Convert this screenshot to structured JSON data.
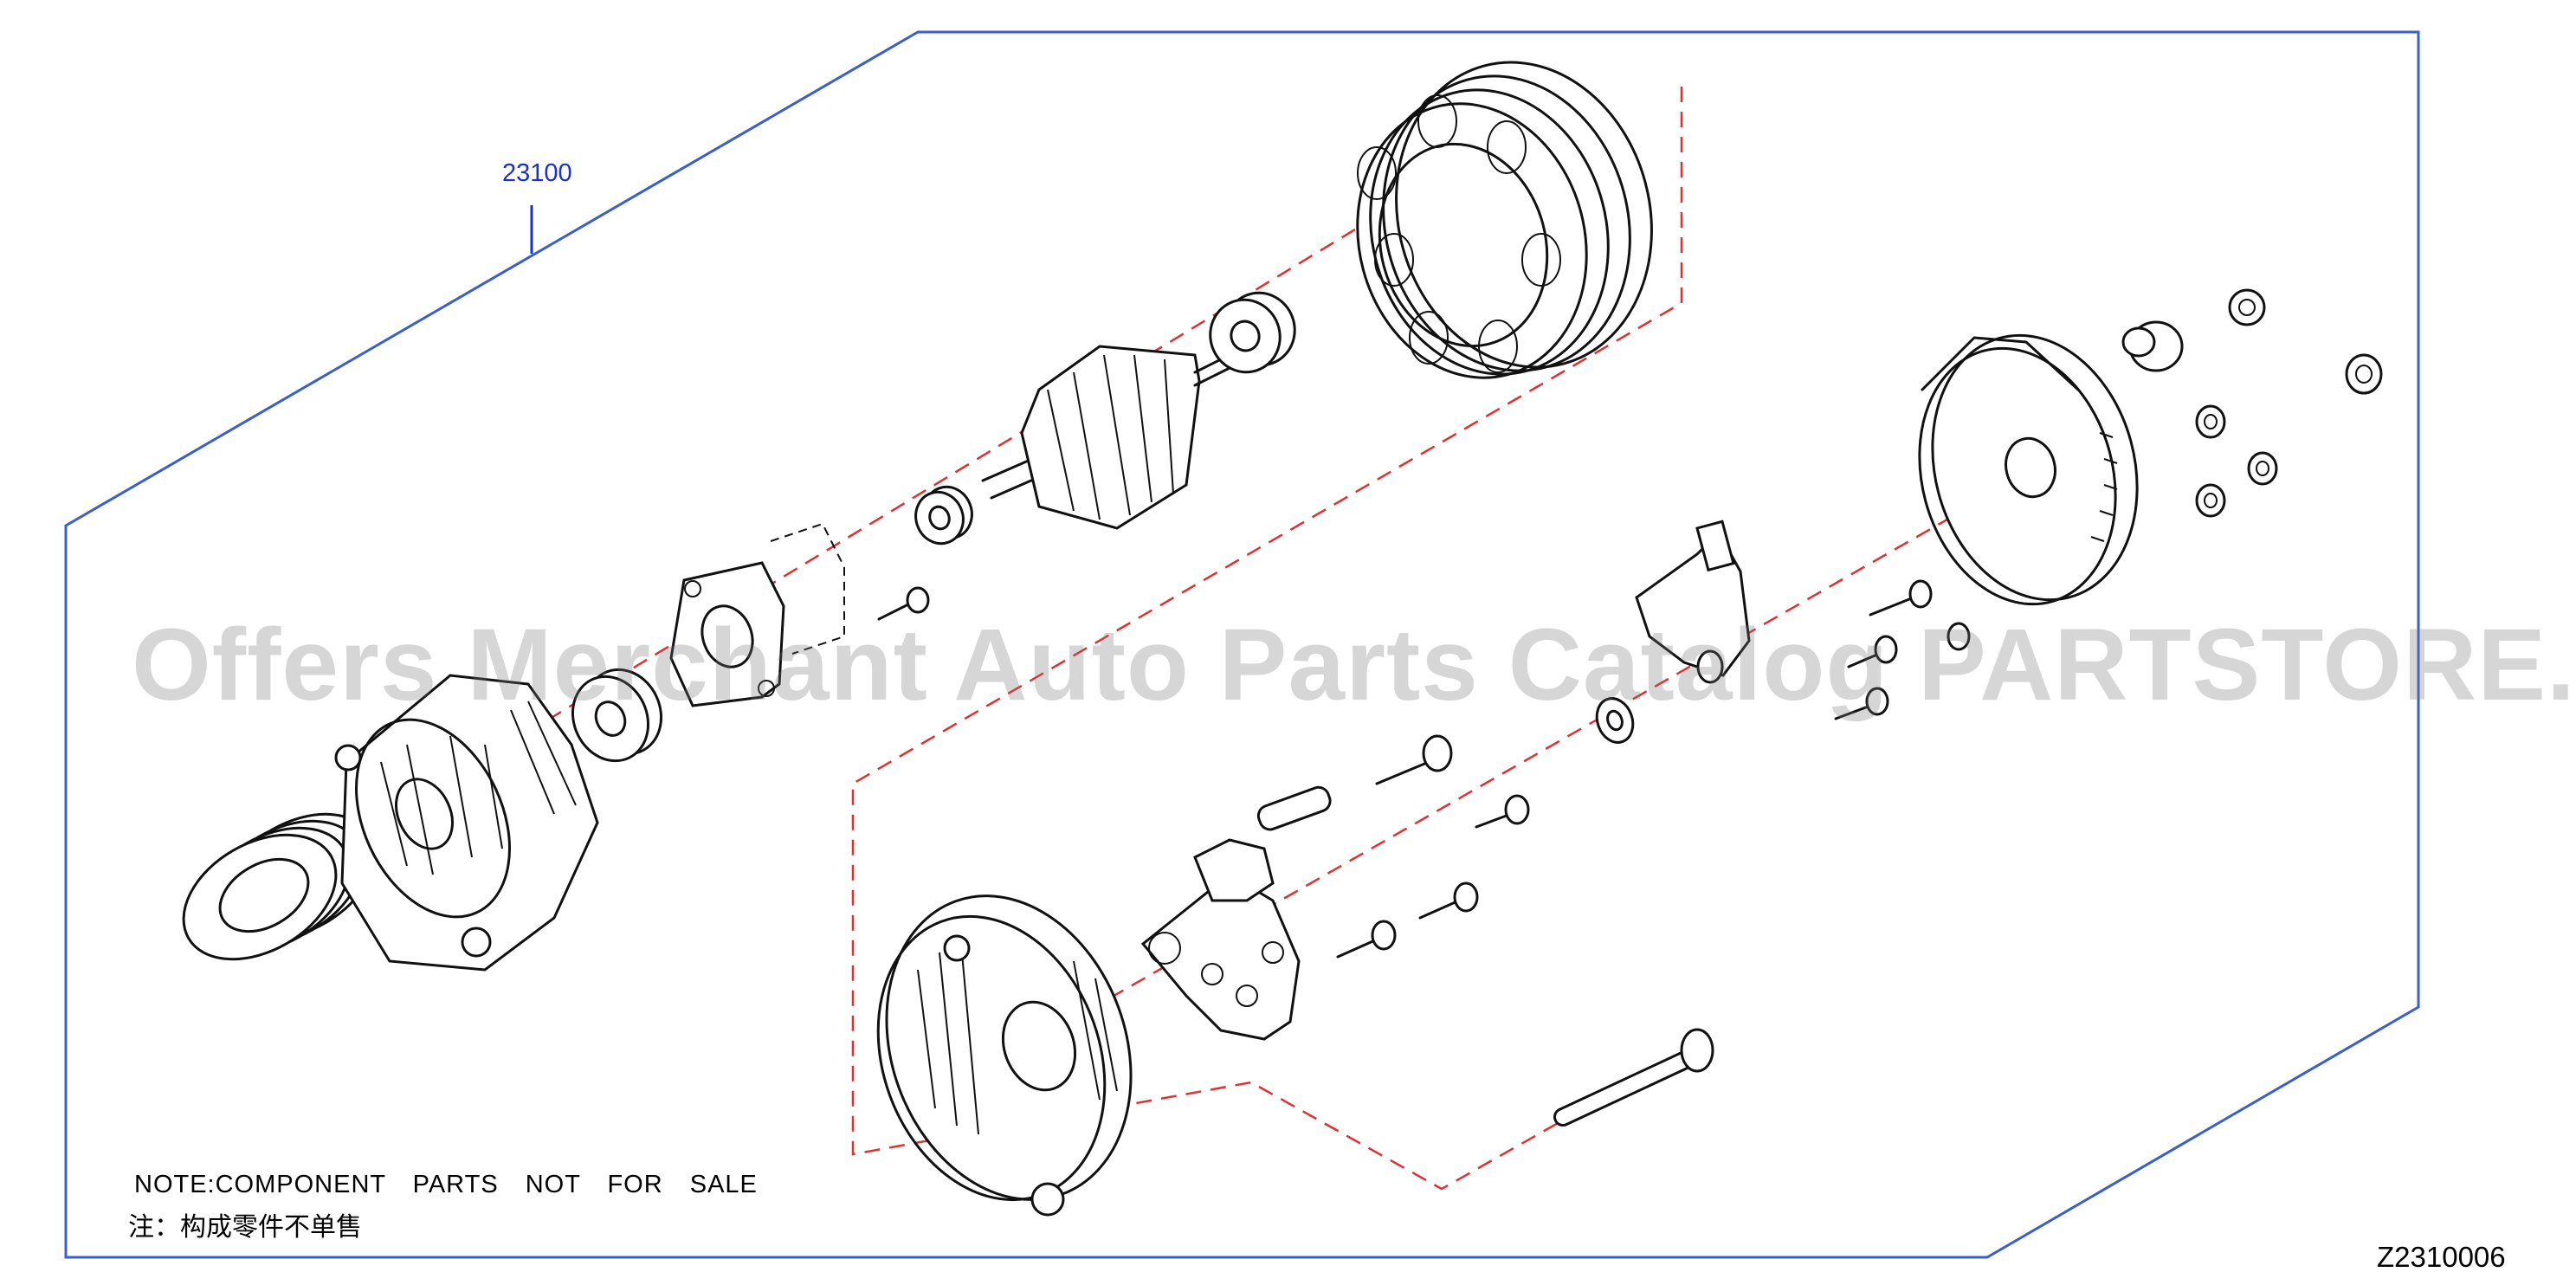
{
  "diagram": {
    "part_number": "23100",
    "note_en": "NOTE:COMPONENT PARTS NOT FOR SALE",
    "note_cn": "注：构成零件不单售",
    "figure_code": "Z2310006",
    "watermark": "Offers Merchant Auto Parts Catalog PARTSTORE.SA",
    "colors": {
      "frame": "#3a5fc8",
      "leader": "#1a2fd0",
      "dashed": "#e03030",
      "line": "#111111"
    }
  }
}
